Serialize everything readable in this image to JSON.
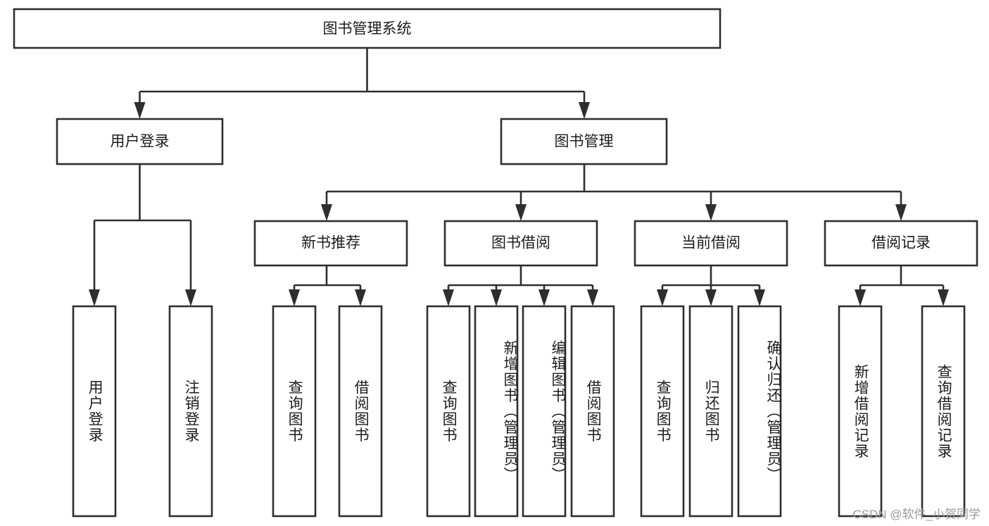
{
  "diagram": {
    "title": "图书管理系统",
    "type": "tree-hierarchy",
    "root": {
      "id": "root",
      "label": "图书管理系统"
    },
    "level2": [
      {
        "id": "user-login",
        "label": "用户登录"
      },
      {
        "id": "book-management",
        "label": "图书管理"
      }
    ],
    "level3": [
      {
        "id": "new-book-recommend",
        "label": "新书推荐",
        "parent": "book-management"
      },
      {
        "id": "book-borrow",
        "label": "图书借阅",
        "parent": "book-management"
      },
      {
        "id": "current-borrow",
        "label": "当前借阅",
        "parent": "book-management"
      },
      {
        "id": "borrow-record",
        "label": "借阅记录",
        "parent": "book-management"
      }
    ],
    "leaves": [
      {
        "id": "leaf-user-login",
        "label": "用户登录",
        "parent": "user-login"
      },
      {
        "id": "leaf-logout",
        "label": "注销登录",
        "parent": "user-login"
      },
      {
        "id": "leaf-query-book-1",
        "label": "查询图书",
        "parent": "new-book-recommend"
      },
      {
        "id": "leaf-borrow-book-1",
        "label": "借阅图书",
        "parent": "new-book-recommend"
      },
      {
        "id": "leaf-query-book-2",
        "label": "查询图书",
        "parent": "book-borrow"
      },
      {
        "id": "leaf-add-book",
        "label": "新增图书（管理员）",
        "parent": "book-borrow"
      },
      {
        "id": "leaf-edit-book",
        "label": "编辑图书（管理员）",
        "parent": "book-borrow"
      },
      {
        "id": "leaf-borrow-book-2",
        "label": "借阅图书",
        "parent": "book-borrow"
      },
      {
        "id": "leaf-query-book-3",
        "label": "查询图书",
        "parent": "current-borrow"
      },
      {
        "id": "leaf-return-book",
        "label": "归还图书",
        "parent": "current-borrow"
      },
      {
        "id": "leaf-confirm-return",
        "label": "确认归还（管理员）",
        "parent": "current-borrow"
      },
      {
        "id": "leaf-add-record",
        "label": "新增借阅记录",
        "parent": "borrow-record"
      },
      {
        "id": "leaf-query-record",
        "label": "查询借阅记录",
        "parent": "borrow-record"
      }
    ],
    "colors": {
      "stroke": "#2e2e2e",
      "fill": "#ffffff",
      "text": "#1c1c1c",
      "watermark": "#9a9a9a",
      "background": "#ffffff"
    }
  },
  "watermark": {
    "text": "CSDN @软件_小贺同学"
  }
}
